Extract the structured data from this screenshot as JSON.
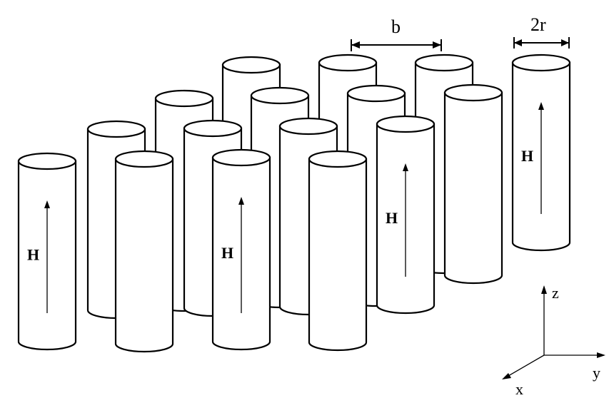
{
  "diagram": {
    "field_label": "H",
    "spacing_label": "b",
    "diameter_label": "2r",
    "axes": {
      "z": "z",
      "y": "y",
      "x": "x"
    },
    "rods_with_field_arrow": 4
  }
}
